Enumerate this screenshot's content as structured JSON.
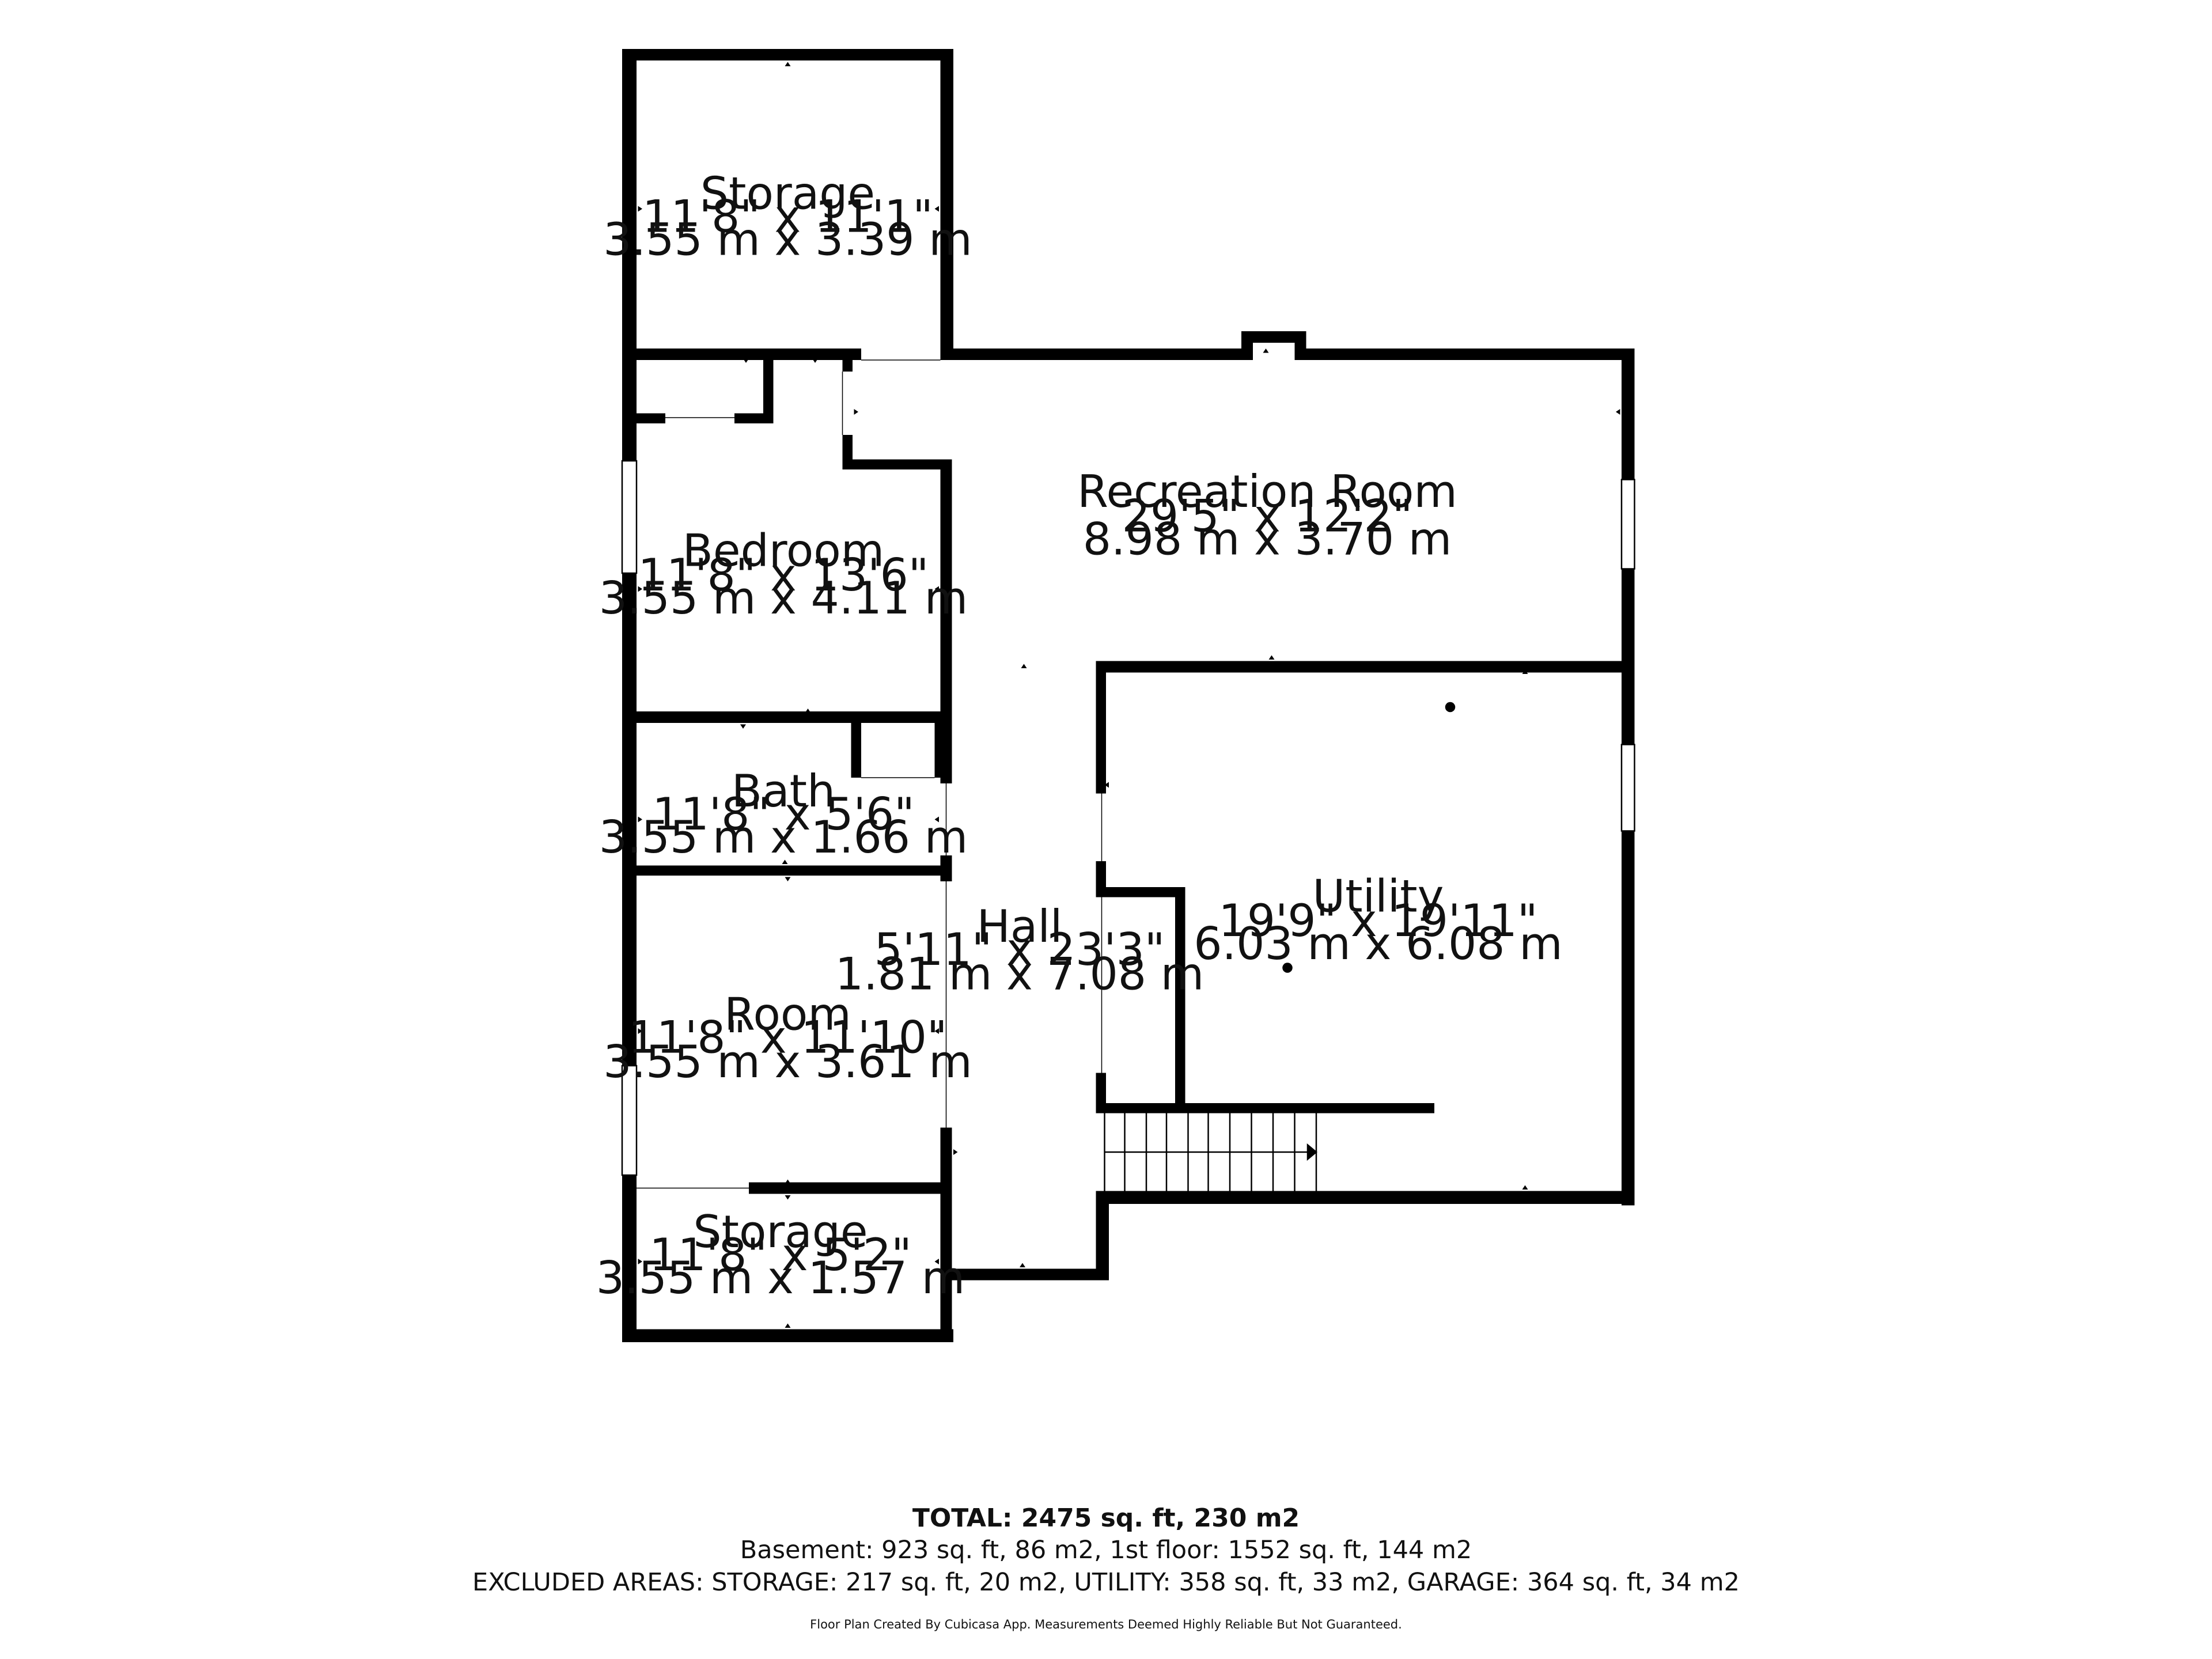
{
  "rooms": {
    "storage_top": {
      "name": "Storage",
      "imperial": "11'8\" x 11'1\"",
      "metric": "3.55 m x 3.39 m"
    },
    "recreation": {
      "name": "Recreation Room",
      "imperial": "29'5\" x 12'2\"",
      "metric": "8.98 m x 3.70 m"
    },
    "bedroom": {
      "name": "Bedroom",
      "imperial": "11'8\" x 13'6\"",
      "metric": "3.55 m x 4.11 m"
    },
    "bath": {
      "name": "Bath",
      "imperial": "11'8\" x 5'6\"",
      "metric": "3.55 m x 1.66 m"
    },
    "hall": {
      "name": "Hall",
      "imperial": "5'11\" x 23'3\"",
      "metric": "1.81 m x 7.08 m"
    },
    "utility": {
      "name": "Utility",
      "imperial": "19'9\" x 19'11\"",
      "metric": "6.03 m x 6.08 m"
    },
    "room": {
      "name": "Room",
      "imperial": "11'8\" x 11'10\"",
      "metric": "3.55 m x 3.61 m"
    },
    "storage_bottom": {
      "name": "Storage",
      "imperial": "11'8\" x 5'2\"",
      "metric": "3.55 m x 1.57 m"
    }
  },
  "summary": {
    "total": "TOTAL: 2475 sq. ft, 230 m2",
    "floors": "Basement: 923 sq. ft, 86 m2, 1st floor: 1552 sq. ft, 144 m2",
    "excluded": "EXCLUDED AREAS: STORAGE: 217 sq. ft, 20 m2, UTILITY: 358 sq. ft, 33 m2, GARAGE: 364 sq. ft, 34 m2",
    "credit": "Floor Plan Created By Cubicasa App. Measurements Deemed Highly Reliable But Not Guaranteed."
  },
  "colors": {
    "wall": "#000000",
    "window": "#ffffff",
    "background": "#ffffff"
  }
}
